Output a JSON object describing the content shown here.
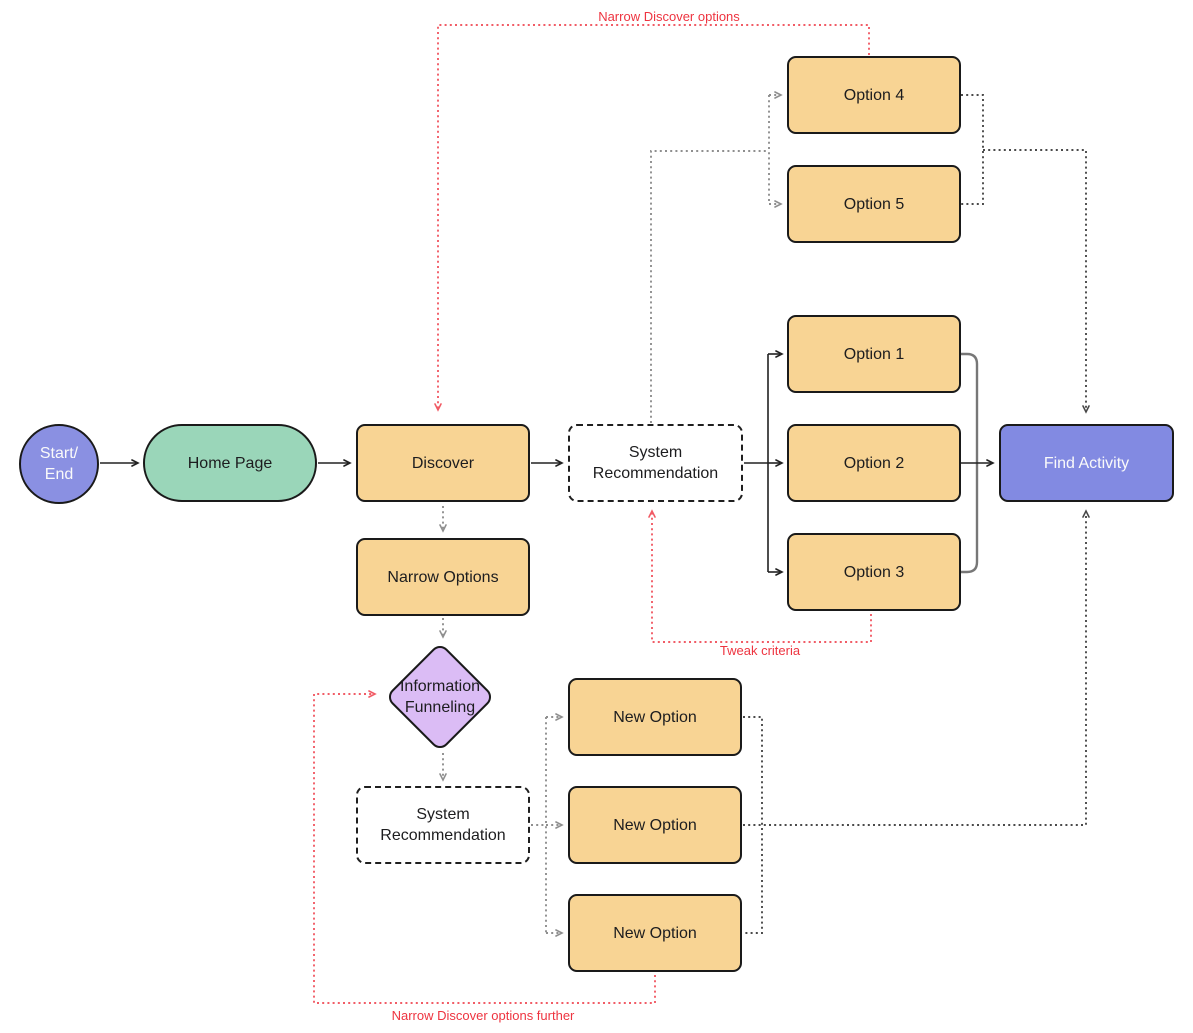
{
  "nodes": {
    "start_end": {
      "line1": "Start/",
      "line2": "End"
    },
    "home_page": {
      "label": "Home Page"
    },
    "discover": {
      "label": "Discover"
    },
    "system_recommendation_top": {
      "line1": "System",
      "line2": "Recommendation"
    },
    "option_1": {
      "label": "Option 1"
    },
    "option_2": {
      "label": "Option 2"
    },
    "option_3": {
      "label": "Option 3"
    },
    "option_4": {
      "label": "Option 4"
    },
    "option_5": {
      "label": "Option 5"
    },
    "find_activity": {
      "label": "Find Activity"
    },
    "narrow_options": {
      "label": "Narrow Options"
    },
    "information_funneling": {
      "line1": "Information",
      "line2": "Funneling"
    },
    "system_recommendation_bottom": {
      "line1": "System",
      "line2": "Recommendation"
    },
    "new_option_top": {
      "label": "New Option"
    },
    "new_option_middle": {
      "label": "New Option"
    },
    "new_option_bottom": {
      "label": "New Option"
    }
  },
  "edge_labels": {
    "narrow_discover_options": "Narrow Discover options",
    "tweak_criteria": "Tweak criteria",
    "narrow_discover_options_further": "Narrow Discover options further"
  },
  "colors": {
    "process_fill": "#F8D494",
    "page_fill": "#9AD6B9",
    "terminal_fill": "#828AE2",
    "decision_fill": "#DBBCF5",
    "dashed_fill": "#FFFFFF",
    "node_border": "#1A1A1A",
    "edge_solid": "#222222",
    "edge_bracket_gray": "#777777",
    "edge_dotted_gray": "#8F8F8F",
    "edge_dotted_dark": "#4A4A4A",
    "edge_feedback_red": "#EE3440",
    "text_dark": "#1D1D1F",
    "text_light": "#FAFAFA"
  }
}
